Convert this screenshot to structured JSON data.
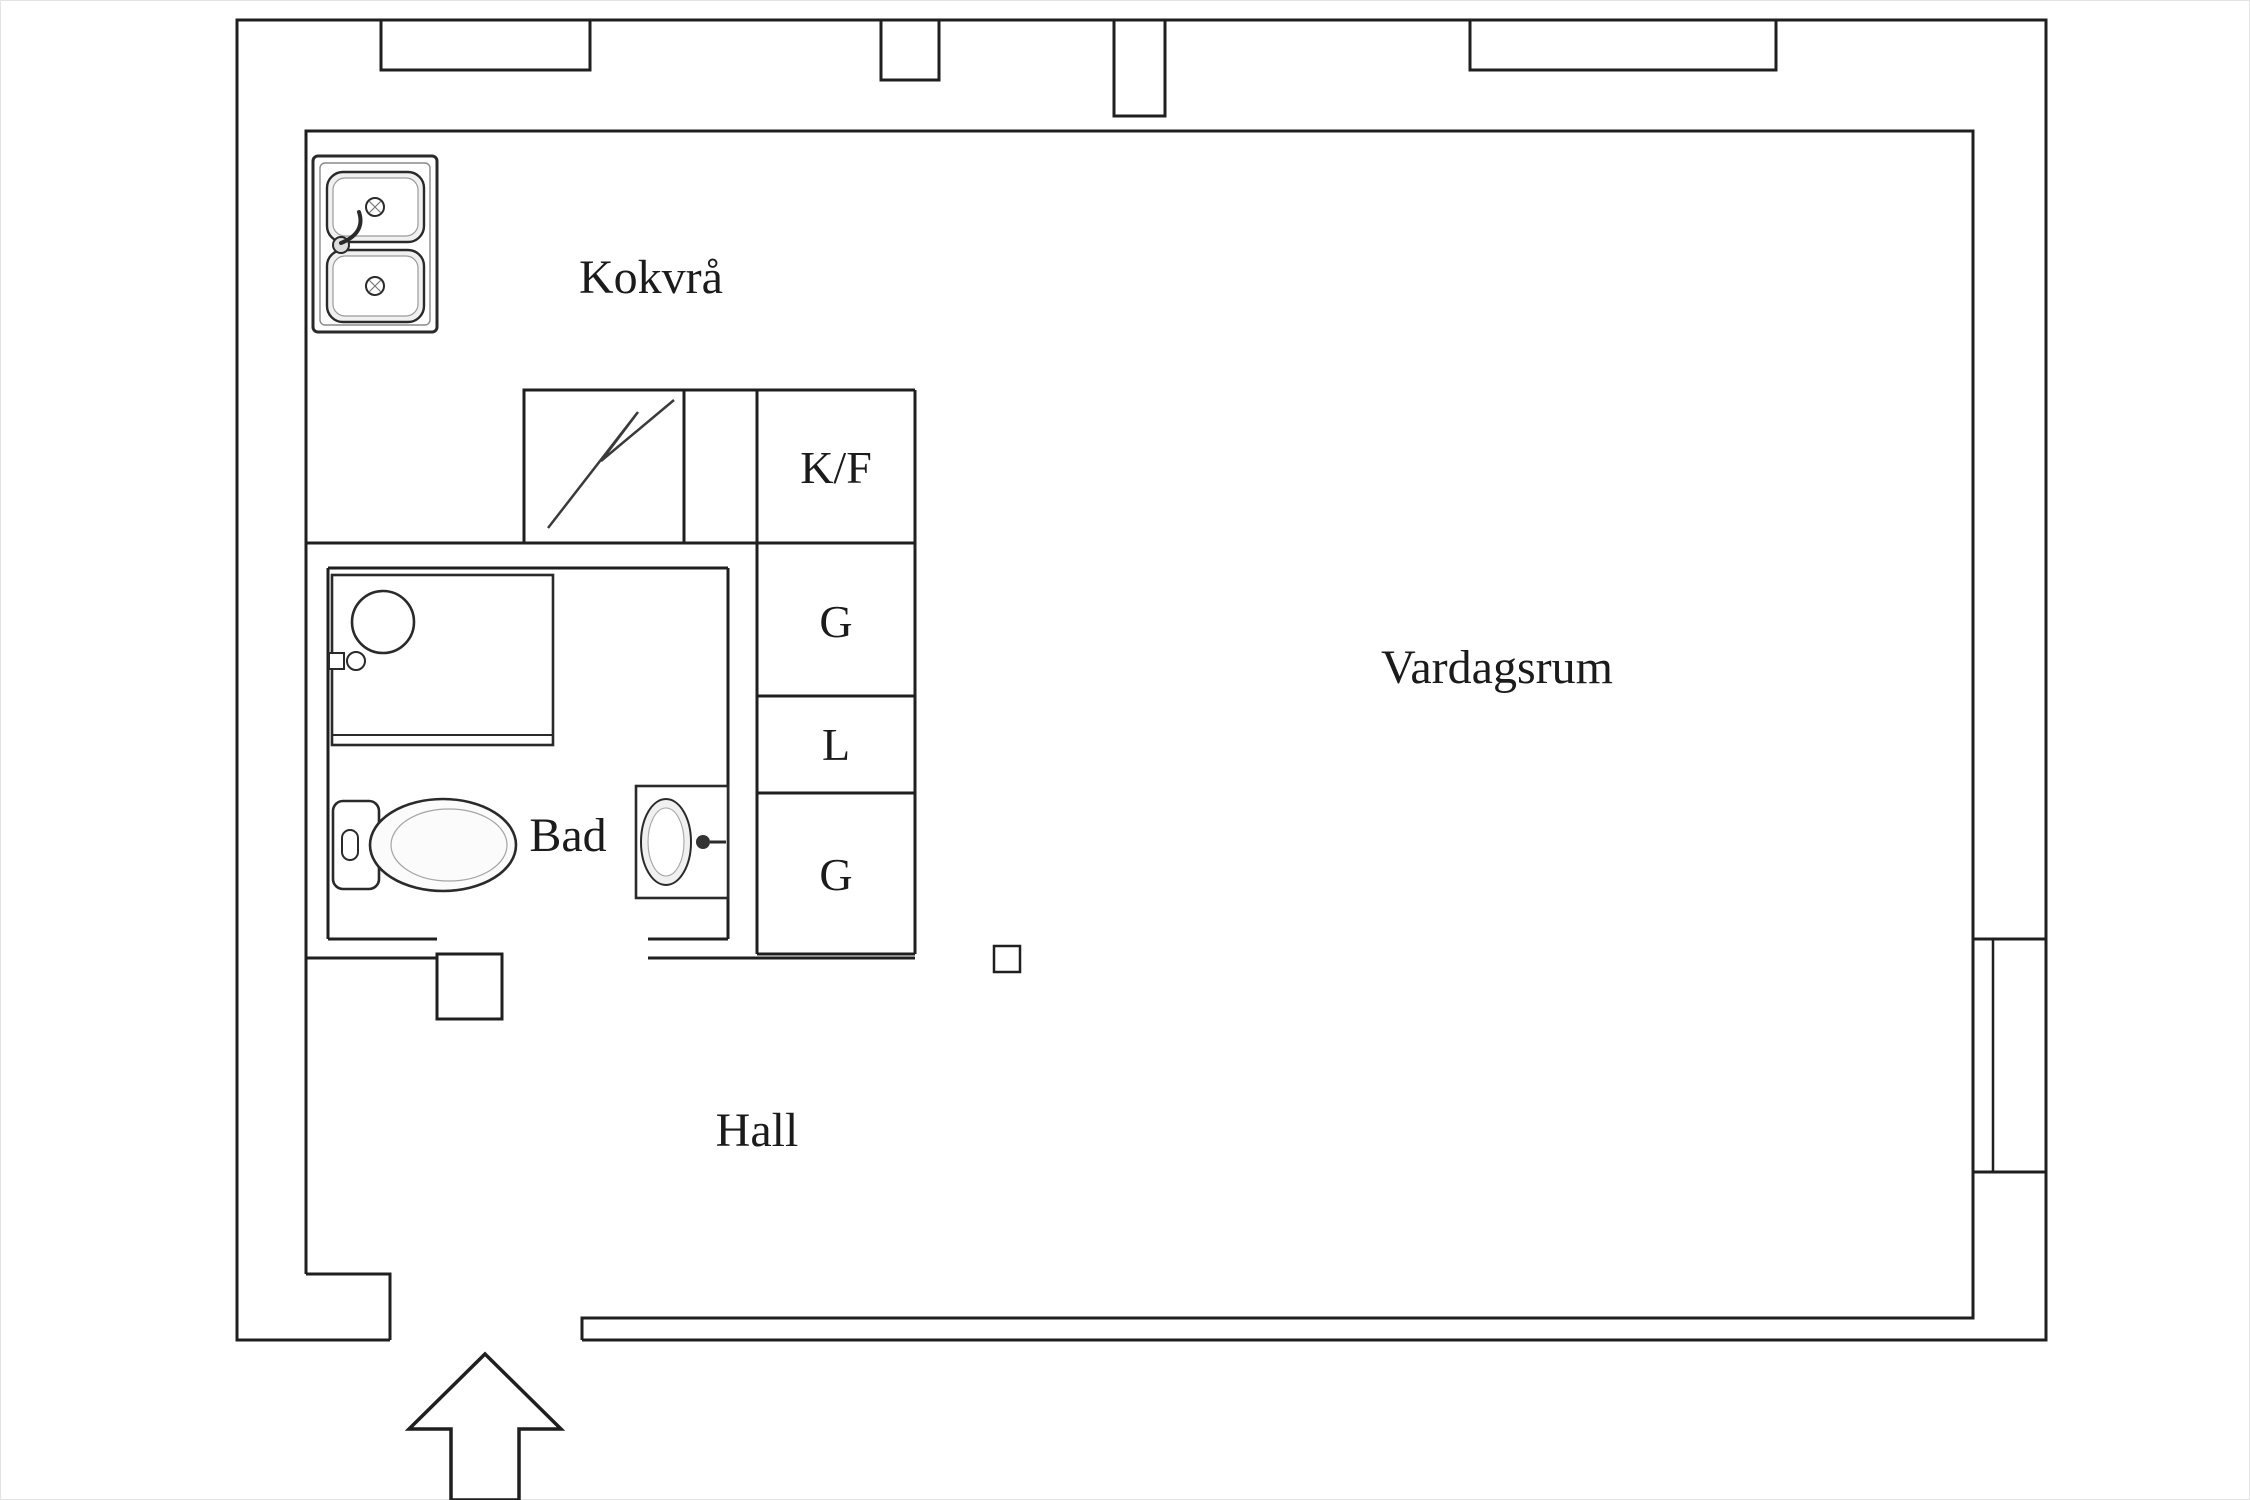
{
  "title": "Apartment floor plan",
  "rooms": {
    "kitchenette": "Kokvrå",
    "living_room": "Vardagsrum",
    "bathroom": "Bad",
    "hall": "Hall"
  },
  "closets": {
    "fridge_freezer": "K/F",
    "wardrobe_top": "G",
    "linen_cabinet": "L",
    "wardrobe_bottom": "G"
  },
  "fixtures": {
    "kitchen_sink": "double-basin kitchen sink",
    "electrical_panel": "lightning zigzag symbol",
    "vanity_basin": "round wash bowl with tap",
    "toilet": "toilet with cistern",
    "washbasin": "oval washbasin with tap",
    "column": "small square column",
    "entrance": "entrance arrow pointing up"
  },
  "colors": {
    "wall": "#1f1f1f",
    "background": "#ffffff",
    "fixture_fill": "#efefef"
  }
}
